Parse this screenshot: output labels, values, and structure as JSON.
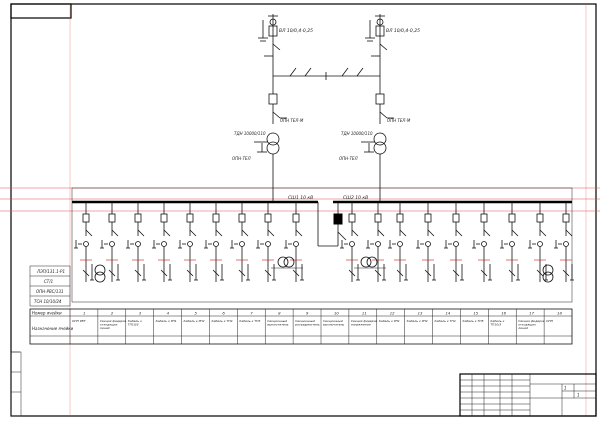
{
  "left_panel": {
    "lines": [
      "ЛЭП/131.1-Р1",
      "СТ/1",
      "ОПН-РВС/131",
      "ТСН  10/10/24"
    ]
  },
  "upper": {
    "line_label_left": "ВЛ 10/0,4-0,25",
    "line_label_right": "ВЛ 10/0,4-0,25",
    "tr_label_left": "ТДН 10000/110",
    "tr_label_right": "ТДН 10000/110",
    "arr_label_left": "ОПН ТЕЛ-М",
    "arr_label_right": "ОПН ТЕЛ-М",
    "cap_label_left": "ОПН-ТЕЛ",
    "cap_label_right": "ОПН-ТЕЛ"
  },
  "buses": {
    "left_label": "СШ1 10 кВ",
    "right_label": "СШ2 10 кВ"
  },
  "table": {
    "row1_header": "Номер ячейки",
    "row2_header": "Назначение ячейки",
    "numbers": [
      "1",
      "2",
      "3",
      "4",
      "5",
      "6",
      "7",
      "8",
      "9",
      "10",
      "11",
      "12",
      "13",
      "14",
      "15",
      "16",
      "17",
      "18"
    ],
    "names": [
      "ОПН РВТ",
      "Секция фидеров отходящих линий",
      "Кабель к ТП10/3",
      "Кабель к РП1",
      "Кабель к РП2",
      "Кабель к ТП4",
      "Кабель к ТП3",
      "Секционный выключатель",
      "Секционный разъединитель",
      "Секционный выключатель",
      "Секция фидеров напряжения",
      "Кабель к РП1",
      "Кабель к РП2",
      "Кабель к ТП4",
      "Кабель к ТП5",
      "Кабель к ТП10/3",
      "Секция фидеров отходящих линий",
      "ОПН"
    ]
  },
  "title_block": {
    "doc_code": "",
    "sheet": "1",
    "sheets": "1"
  }
}
